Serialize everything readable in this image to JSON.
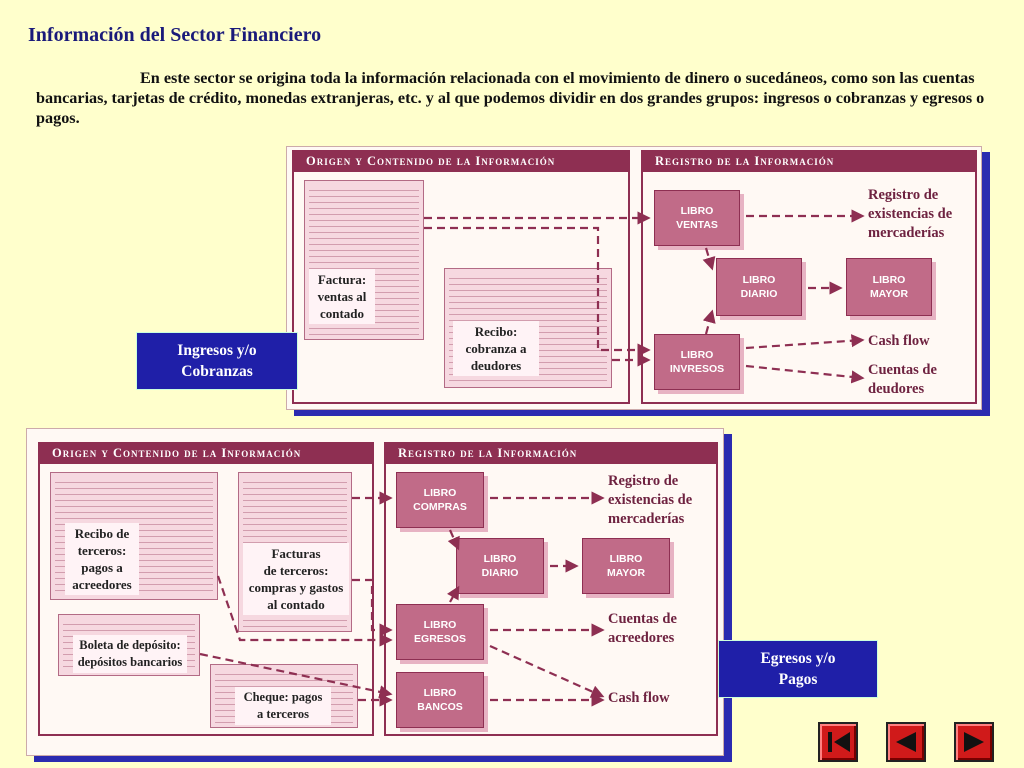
{
  "title": "Información del Sector Financiero",
  "intro": "En este sector se origina toda la información relacionada con el movimiento de dinero o sucedáneos, como son las cuentas bancarias, tarjetas de crédito, monedas extranjeras, etc. y al que podemos dividir en dos grandes grupos: ingresos o cobranzas y egresos o pagos.",
  "diagram_top": {
    "header_left": "Origen y Contenido de la Información",
    "header_right": "Registro de la Información",
    "documents": {
      "factura": "Factura:\nventas al\ncontado",
      "recibo": "Recibo:\ncobranza a\ndeudores"
    },
    "books": {
      "ventas": "LIBRO\nVENTAS",
      "diario": "LIBRO\nDIARIO",
      "mayor": "LIBRO\nMAYOR",
      "ingresos": "LIBRO\nINVRESOS"
    },
    "outputs": {
      "registro": "Registro de\nexistencias de\nmercaderías",
      "cashflow": "Cash flow",
      "deudores": "Cuentas de\ndeudores"
    },
    "tag": "Ingresos y/o\nCobranzas"
  },
  "diagram_bottom": {
    "header_left": "Origen y Contenido de la Información",
    "header_right": "Registro de la Información",
    "documents": {
      "recibo_terceros": "Recibo de\nterceros:\npagos a\nacreedores",
      "facturas_terceros": "Facturas\nde terceros:\ncompras y gastos\nal contado",
      "boleta": "Boleta de depósito:\ndepósitos bancarios",
      "cheque": "Cheque: pagos\na terceros"
    },
    "books": {
      "compras": "LIBRO\nCOMPRAS",
      "diario": "LIBRO\nDIARIO",
      "mayor": "LIBRO\nMAYOR",
      "egresos": "LIBRO\nEGRESOS",
      "bancos": "LIBRO\nBANCOS"
    },
    "outputs": {
      "registro": "Registro de\nexistencias de\nmercaderías",
      "acreedores": "Cuentas de\nacreedores",
      "cashflow": "Cash flow"
    },
    "tag": "Egresos y/o\nPagos"
  },
  "navigation": {
    "icons": [
      "first-slide-icon",
      "previous-slide-icon",
      "next-slide-icon"
    ],
    "color": "#d01a1a"
  },
  "colors": {
    "background": "#ffffcc",
    "title": "#1a1a7a",
    "accent": "#8e2f52",
    "book": "#c16b88",
    "tag": "#1f1fa8"
  }
}
